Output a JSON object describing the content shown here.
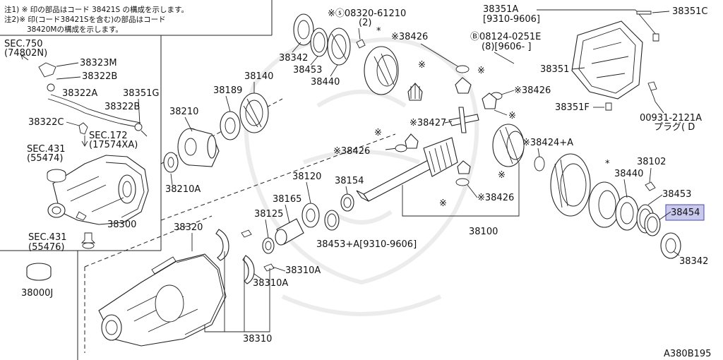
{
  "notes": {
    "line1": "注1) ※ 印の部品はコード 38421S の構成を示します。",
    "line2": "注2)※ 印(コード38421Sを含む)の部品はコード",
    "line3": "38420Mの構成を示します。"
  },
  "diagram_id": "A380B195",
  "selected_part": "38454",
  "labels": {
    "sec750": "SEC.750",
    "sec750_sub": "(74802N)",
    "p38323M": "38323M",
    "p38322B_top": "38322B",
    "p38322A": "38322A",
    "p38351G": "38351G",
    "p38322B_mid": "38322B",
    "p38322C": "38322C",
    "sec172": "SEC.172",
    "sec172_sub": "(17574XA)",
    "sec431a": "SEC.431",
    "sec431a_sub": "(55474)",
    "p38300": "38300",
    "sec431b": "SEC.431",
    "sec431b_sub": "(55476)",
    "p38000J": "38000J",
    "p38342_top": "38342",
    "p38453_top": "38453",
    "p38440_top": "38440",
    "p08320": "※ⓢ08320-61210",
    "p08320_qty": "(2)",
    "p38426_a": "※38426",
    "p08124": "Ⓑ08124-0251E",
    "p08124_sub": "(8)[9606-    ]",
    "p38351A": "38351A",
    "p38351A_sub": "[9310-9606]",
    "p38351C": "38351C",
    "p38351": "38351",
    "p38426_b": "※38426",
    "p38351F": "38351F",
    "p00931": "00931-2121A",
    "p00931_sub": "プラグ( D",
    "p38140": "38140",
    "p38189": "38189",
    "p38210": "38210",
    "p38210A": "38210A",
    "p38427": "※38427",
    "p38424A": "※38424+A",
    "p38426_c": "※38426",
    "p38426_d": "※38426",
    "p38102": "38102",
    "p38440_r": "38440",
    "p38453_r": "38453",
    "p38454": "38454",
    "p38342_r": "38342",
    "p38120": "38120",
    "p38154": "38154",
    "p38165": "38165",
    "p38125": "38125",
    "p38453A": "38453+A[9310-9606]",
    "p38100": "38100",
    "p38320": "38320",
    "p38310A_a": "38310A",
    "p38310A_b": "38310A",
    "p38310": "38310"
  }
}
